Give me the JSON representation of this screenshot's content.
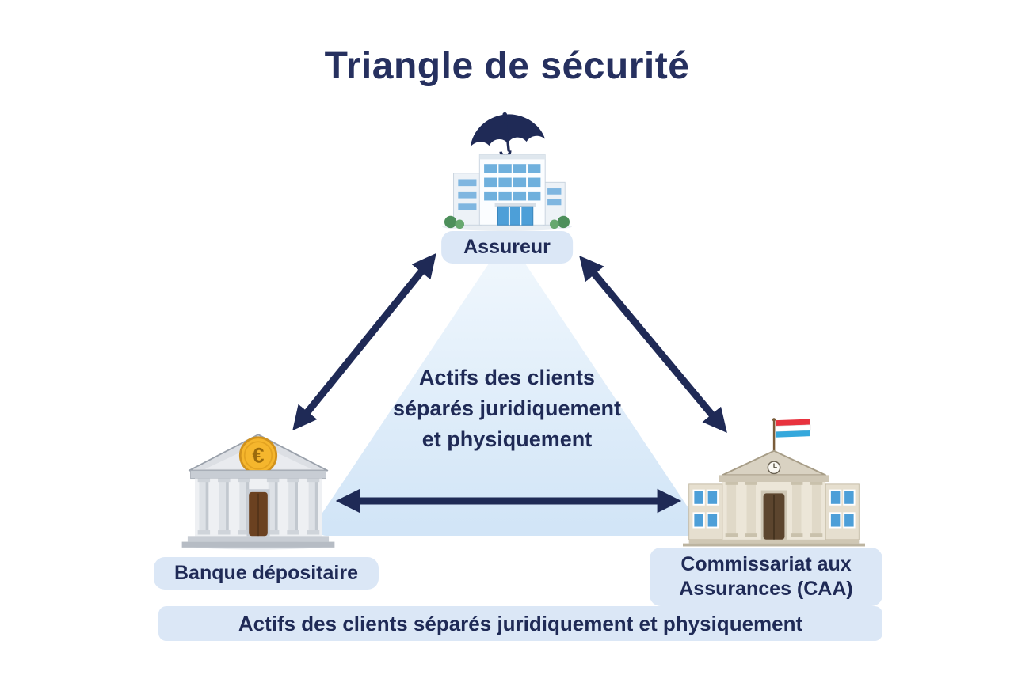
{
  "title": "Triangle de sécurité",
  "nodes": {
    "assureur": {
      "label": "Assureur",
      "icon": "office-building-with-umbrella"
    },
    "banque_depositaire": {
      "label": "Banque dépositaire",
      "icon": "classical-bank-with-euro-coin"
    },
    "caa": {
      "label_line1": "Commissariat aux",
      "label_line2": "Assurances (CAA)",
      "icon": "government-building-with-luxembourg-flag"
    }
  },
  "center_text": {
    "line1": "Actifs des clients",
    "line2": "séparés juridiquement",
    "line3": "et physiquement"
  },
  "bottom_banner": "Actifs des clients séparés juridiquement et physiquement",
  "icons": {
    "euro_symbol": "€",
    "umbrella": "umbrella-icon",
    "luxembourg_flag": "luxembourg-flag-icon",
    "clock": "clock-icon"
  },
  "colors": {
    "navy": "#1f2a56",
    "title_navy": "#26305f",
    "pill_bg": "#dbe7f6",
    "triangle_top": "#f0f7fd",
    "triangle_bottom": "#d2e5f7",
    "coin_gold": "#f5b62d",
    "flag_red": "#e8323e",
    "flag_white": "#ffffff",
    "flag_blue": "#35a8dc",
    "window_blue": "#4d9fd8"
  }
}
